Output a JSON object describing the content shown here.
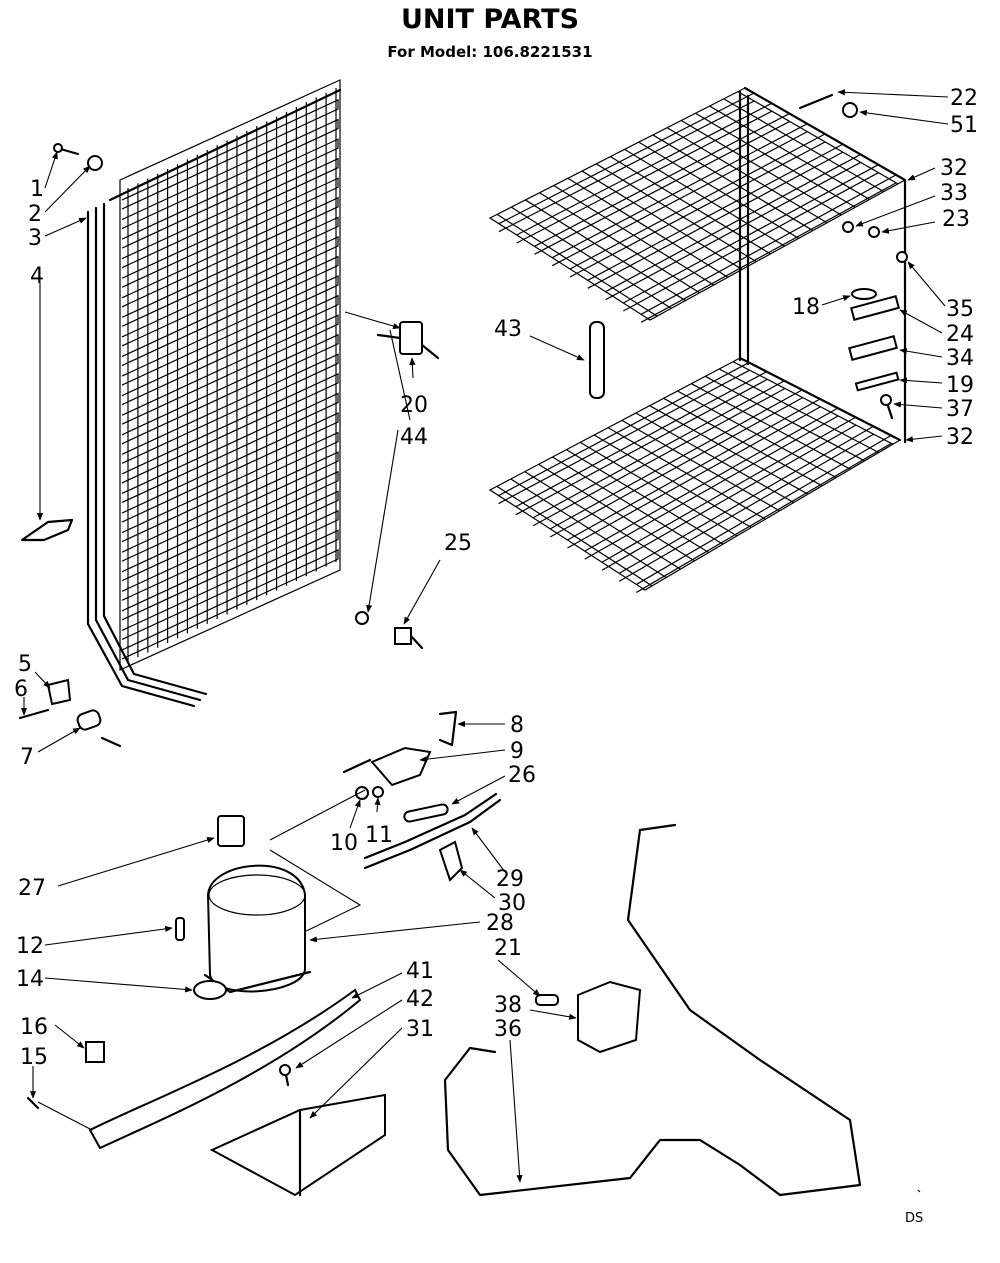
{
  "header": {
    "title": "UNIT PARTS",
    "subtitle": "For Model: 106.8221531"
  },
  "footer": {
    "mark": "DS"
  },
  "labels": [
    "1",
    "2",
    "3",
    "4",
    "5",
    "6",
    "7",
    "8",
    "9",
    "10",
    "11",
    "12",
    "14",
    "15",
    "16",
    "18",
    "19",
    "20",
    "21",
    "22",
    "23",
    "24",
    "25",
    "26",
    "27",
    "28",
    "29",
    "30",
    "31",
    "32",
    "32",
    "33",
    "34",
    "35",
    "36",
    "37",
    "38",
    "41",
    "42",
    "43",
    "44",
    "51"
  ]
}
